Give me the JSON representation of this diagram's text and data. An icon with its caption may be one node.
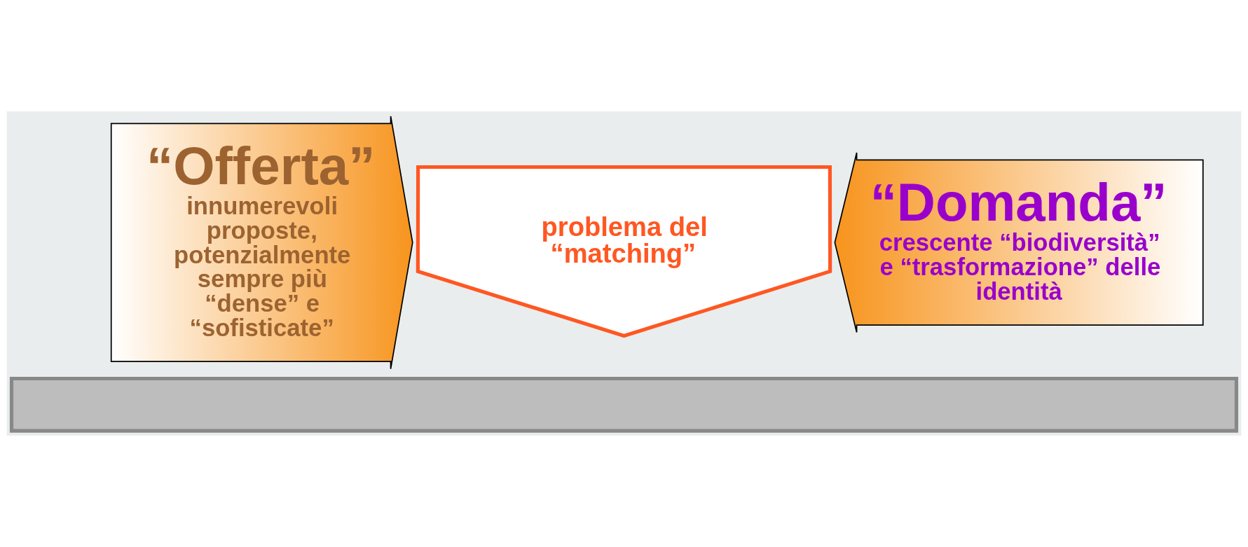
{
  "diagram": {
    "nodes": [
      {
        "text": [
          "“Offerta”",
          "innumerevoli proposte, potenzialmente sempre più “dense” e “sofisticate”"
        ]
      },
      {
        "text": [
          "problema del “matching”"
        ]
      },
      {
        "text": [
          "“Domanda”",
          "crescente “biodiversità” e “trasformazione” delle identità"
        ]
      },
      {
        "text": [],
        "shape": "bar"
      }
    ],
    "edges": []
  }
}
